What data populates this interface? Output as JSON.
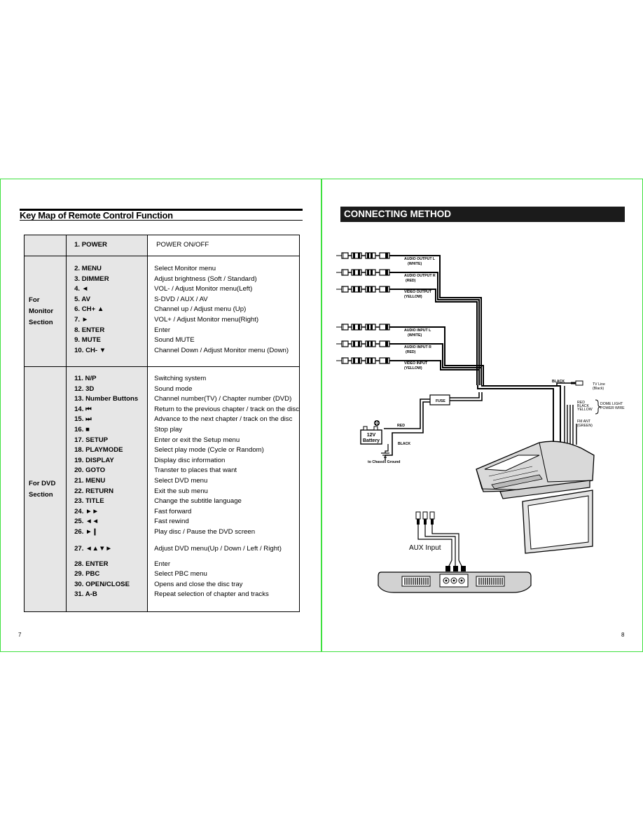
{
  "left_page": {
    "title": "Key Map of Remote Control Function",
    "page_number": "7",
    "rows": [
      {
        "section": "",
        "keys": [
          "1. POWER"
        ],
        "functions": [
          "POWER ON/OFF"
        ]
      },
      {
        "section_lines": [
          "For Monitor",
          "Section"
        ],
        "keys": [
          "2. MENU",
          "3. DIMMER",
          "4. ◄",
          "5. AV",
          "6. CH+ ▲",
          "7. ►",
          "8. ENTER",
          "9. MUTE",
          "10. CH- ▼"
        ],
        "functions": [
          "Select Monitor menu",
          "Adjust brightness (Soft / Standard)",
          "VOL- / Adjust Monitor menu(Left)",
          "S-DVD / AUX / AV",
          "Channel up / Adjust menu (Up)",
          "VOL+ / Adjust Monitor menu(Right)",
          "Enter",
          "Sound MUTE",
          "Channel Down / Adjust Monitor menu (Down)"
        ]
      },
      {
        "section_lines": [
          "For DVD",
          "Section"
        ],
        "keys": [
          "11. N/P",
          "12. 3D",
          "13. Number Buttons",
          "14. ⏮",
          "15. ⏭",
          "16. ■",
          "17. SETUP",
          "18. PLAYMODE",
          "19. DISPLAY",
          "20. GOTO",
          "21. MENU",
          "22. RETURN",
          "23. TITLE",
          "24. ►►",
          "25. ◄◄",
          "26. ►❙",
          "27. ◄▲▼►",
          "28. ENTER",
          "29. PBC",
          "30. OPEN/CLOSE",
          "31. A-B"
        ],
        "functions": [
          "Switching system",
          "Sound mode",
          "Channel number(TV) / Chapter number (DVD)",
          "Return to the previous chapter / track on the disc",
          "Advance to the next chapter / track on the disc",
          "Stop play",
          "Enter or exit the Setup menu",
          "Select play mode (Cycle or Random)",
          "Display disc information",
          "Transter to places that want",
          "Select DVD menu",
          "Exit the sub menu",
          "Change the subtitle language",
          "Fast forward",
          "Fast rewind",
          "Play disc / Pause the DVD screen",
          "Adjust DVD menu(Up / Down / Left / Right)",
          "Enter",
          "Select PBC menu",
          "Opens and close the disc tray",
          "Repeat selection of chapter and tracks"
        ]
      }
    ]
  },
  "right_page": {
    "title": "CONNECTING METHOD",
    "page_number": "8",
    "labels": {
      "audio_out_l": "AUDIO OUTPUT   L",
      "white1": "(WHITE)",
      "audio_out_r": "AUDIO OUTPUT   R",
      "red1": "(RED)",
      "video_out": "VIDEO OUTPUT",
      "yellow1": "(YELLOW)",
      "audio_in_l": "AUDIO INPUT   L",
      "white2": "(WHITE)",
      "audio_in_r": "AUDIO INPUT   R",
      "red2": "(RED)",
      "video_in": "VIDEO INPUT",
      "yellow2": "(YELLOW)",
      "black_main": "BLACK",
      "tv_line": "TV Line",
      "tv_line_color": "(Black)",
      "fuse": "FUSE",
      "red_wire": "RED",
      "black_wire": "BLACK",
      "battery_1": "12V",
      "battery_2": "Battery",
      "ground": "to Chassis Ground",
      "dome_red": "RED",
      "dome_black": "BLACK",
      "dome_yellow": "YELLOW",
      "dome_light_1": "DOME LIGHT",
      "dome_light_2": "POWER WIRE",
      "fm_ant": "FM ANT",
      "fm_green": "(GREEN)",
      "aux_input": "AUX Input"
    }
  },
  "colors": {
    "frame": "#3ee03e",
    "header_bg": "#1b1b1b",
    "key_bg": "#e6e6e6"
  }
}
